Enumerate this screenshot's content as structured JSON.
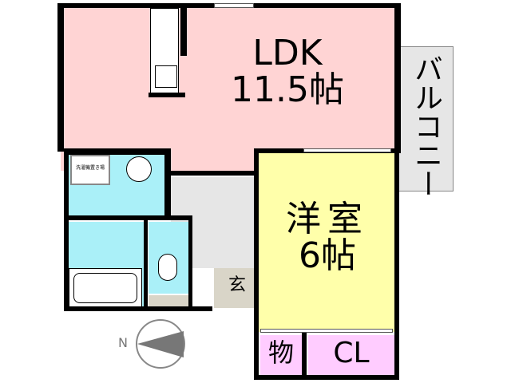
{
  "rooms": {
    "ldk": {
      "name": "LDK",
      "size": "11.5帖"
    },
    "western_room": {
      "name": "洋室",
      "size": "6帖"
    },
    "balcony": {
      "name": "バルコニー"
    },
    "storage": {
      "name": "物"
    },
    "closet": {
      "name": "CL"
    },
    "entrance": {
      "name": "玄"
    },
    "laundry_space": {
      "name": "洗濯機置き場"
    }
  },
  "compass": {
    "label": "N"
  },
  "colors": {
    "ldk": "#ffd4d4",
    "western_room": "#ffffaa",
    "wet_area": "#aaf0f8",
    "storage": "#ffccff",
    "hall": "#e6e6e6",
    "entrance": "#d9d5c8"
  }
}
